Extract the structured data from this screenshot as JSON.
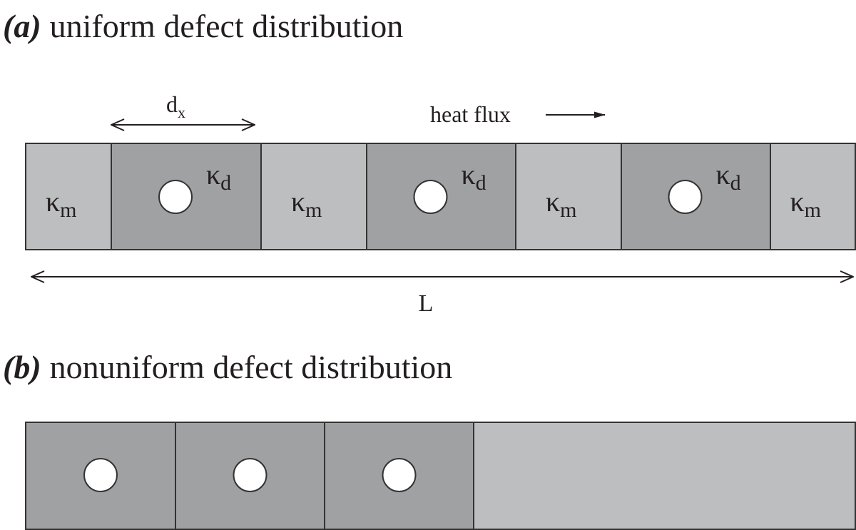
{
  "panel_a": {
    "tag": "(a)",
    "title": "uniform defect distribution",
    "dx_label": "d",
    "dx_subscript": "x",
    "heat_flux_label": "heat flux",
    "length_label": "L",
    "kappa_symbol": "κ",
    "matrix_subscript": "m",
    "defect_subscript": "d",
    "segments": [
      "matrix",
      "defect",
      "matrix",
      "defect",
      "matrix",
      "defect",
      "matrix"
    ]
  },
  "panel_b": {
    "tag": "(b)",
    "title": "nonuniform defect distribution",
    "segments": [
      "defect",
      "defect",
      "defect",
      "matrix"
    ]
  },
  "colors": {
    "matrix": "#bdbec0",
    "defect": "#a0a1a3",
    "border": "#333333",
    "hole": "#ffffff",
    "text": "#231f20"
  }
}
